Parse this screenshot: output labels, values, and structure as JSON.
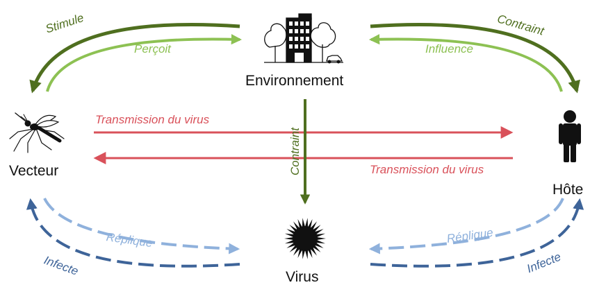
{
  "nodes": {
    "environment": "Environnement",
    "vector": "Vecteur",
    "host": "Hôte",
    "virus": "Virus"
  },
  "relations": {
    "stimule": "Stimule",
    "percoit": "Perçoit",
    "contraint_host": "Contraint",
    "influence": "Influence",
    "transmission_to_host": "Transmission du virus",
    "transmission_to_vector": "Transmission du virus",
    "contraint_virus": "Contraint",
    "replique_vector": "Réplique",
    "infecte_vector": "Infecte",
    "replique_host": "Réplique",
    "infecte_host": "Infecte"
  },
  "icons": {
    "environment": "city-tree-icon",
    "vector": "mosquito-icon",
    "host": "person-icon",
    "virus": "virus-icon"
  },
  "colors": {
    "dark_green": "#4f6f1f",
    "light_green": "#8dc153",
    "red": "#d9515a",
    "dark_blue": "#3e6499",
    "light_blue": "#8fb1dc",
    "text": "#111111"
  }
}
